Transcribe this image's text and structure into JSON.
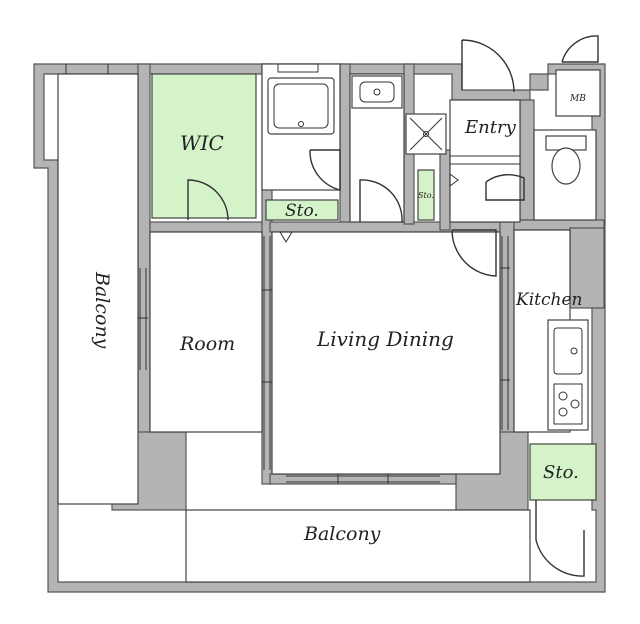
{
  "labels": {
    "wic": "WIC",
    "sto_top": "Sto.",
    "sto_small": "Sto.",
    "sto_kitchen": "Sto.",
    "entry": "Entry",
    "mb": "MB",
    "kitchen": "Kitchen",
    "room": "Room",
    "living_dining": "Living Dining",
    "balcony_left": "Balcony",
    "balcony_bottom": "Balcony"
  },
  "colors": {
    "wall": "#b4b4b4",
    "storage_fill": "#d5f3c8",
    "floor": "#ffffff",
    "line": "#333333"
  }
}
